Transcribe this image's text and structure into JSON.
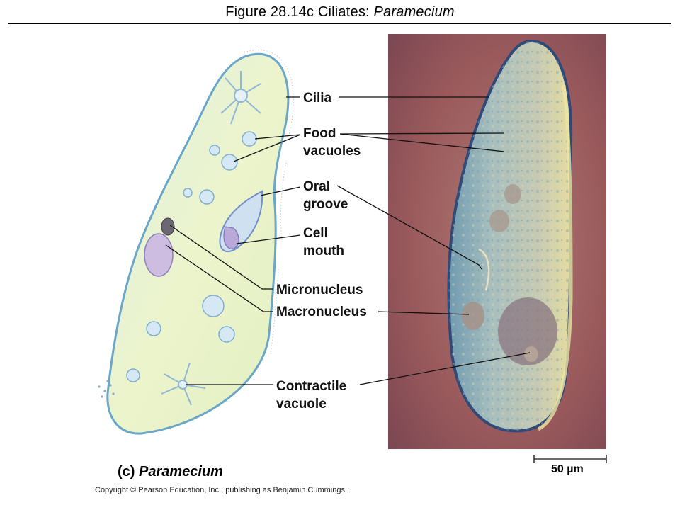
{
  "title": {
    "prefix": "Figure 28.14c  Ciliates: ",
    "italic": "Paramecium"
  },
  "labels": {
    "cilia": "Cilia",
    "food_vacuoles_1": "Food",
    "food_vacuoles_2": "vacuoles",
    "oral_groove_1": "Oral",
    "oral_groove_2": "groove",
    "cell_mouth_1": "Cell",
    "cell_mouth_2": "mouth",
    "micronucleus": "Micronucleus",
    "macronucleus": "Macronucleus",
    "contractile_vacuole_1": "Contractile",
    "contractile_vacuole_2": "vacuole"
  },
  "caption": {
    "prefix": "(c) ",
    "italic": "Paramecium"
  },
  "scale_bar": "50 µm",
  "copyright": "Copyright © Pearson Education, Inc., publishing as Benjamin Cummings.",
  "colors": {
    "photo_background": "#9a5a5c",
    "cell_fill": "#e9f2c8",
    "cell_outline": "#6aa6c8"
  }
}
